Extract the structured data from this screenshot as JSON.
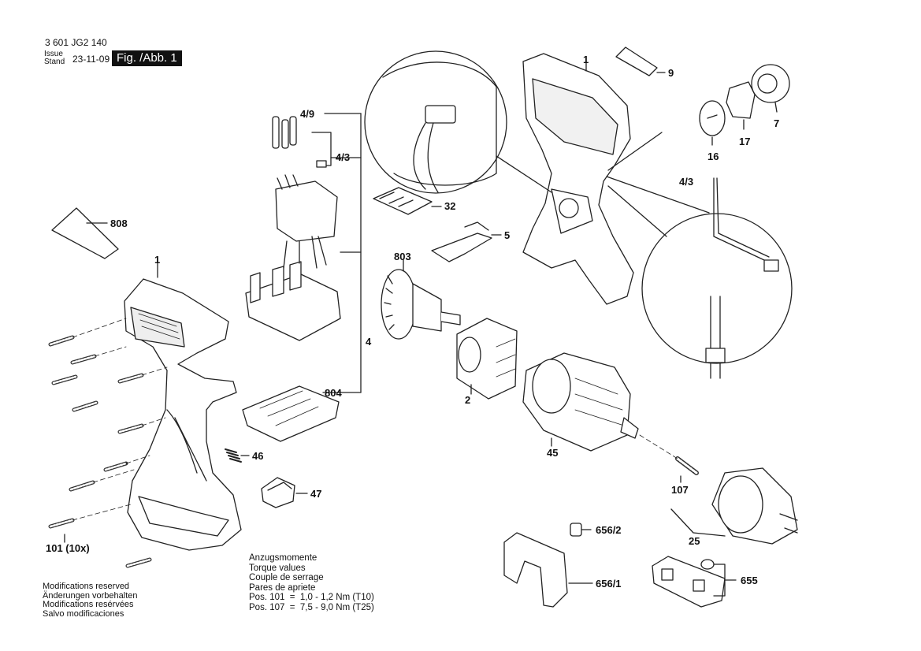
{
  "header": {
    "doc_number": "3 601 JG2 140",
    "issue_label": "Issue",
    "stand_label": "Stand",
    "date": "23-11-09",
    "figure": "Fig. /Abb. 1"
  },
  "callouts": {
    "c808": "808",
    "c1_left": "1",
    "c1_top": "1",
    "c101": "101 (10x)",
    "c4_9": "4/9",
    "c4_3_upper": "4/3",
    "c4": "4",
    "c804": "804",
    "c46": "46",
    "c47": "47",
    "c32": "32",
    "c5": "5",
    "c803": "803",
    "c2": "2",
    "c45": "45",
    "c107": "107",
    "c25": "25",
    "c656_2": "656/2",
    "c656_1": "656/1",
    "c655": "655",
    "c9": "9",
    "c7": "7",
    "c17": "17",
    "c16": "16",
    "c4_3_right": "4/3"
  },
  "torque": {
    "lines": [
      "Anzugsmomente",
      "Torque values",
      "Couple de serrage",
      "Pares de apriete"
    ],
    "pos101": "Pos. 101  =  1,0 - 1,2 Nm (T10)",
    "pos107": "Pos. 107  =  7,5 - 9,0 Nm (T25)"
  },
  "modifications": [
    "Modifications reserved",
    "Änderungen vorbehalten",
    "Modifications resérvées",
    "Salvo modificaciones"
  ]
}
